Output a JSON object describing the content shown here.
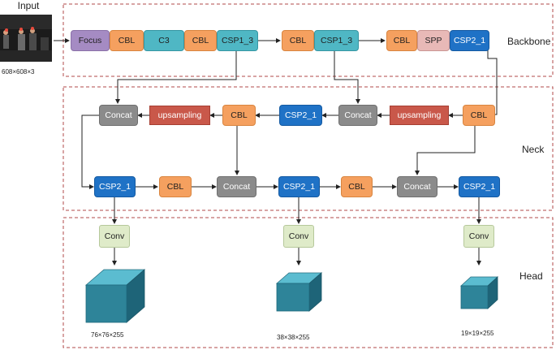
{
  "input": {
    "title": "Input",
    "size": "608×608×3"
  },
  "sections": {
    "backbone": "Backbone",
    "neck": "Neck",
    "head": "Head"
  },
  "blocks": {
    "b_focus": "Focus",
    "b_cbl1": "CBL",
    "b_c3": "C3",
    "b_cbl2": "CBL",
    "b_csp13a": "CSP1_3",
    "b_cbl3": "CBL",
    "b_csp13b": "CSP1_3",
    "b_cbl4": "CBL",
    "b_spp": "SPP",
    "b_csp21": "CSP2_1",
    "n_concat1": "Concat",
    "n_up1": "upsampling",
    "n_cbl1": "CBL",
    "n_csp21a": "CSP2_1",
    "n_concat2": "Concat",
    "n_up2": "upsampling",
    "n_cbl2": "CBL",
    "n_csp21b": "CSP2_1",
    "n_cbl3": "CBL",
    "n_concat3": "Concat",
    "n_csp21c": "CSP2_1",
    "n_cbl4": "CBL",
    "n_concat4": "Concat",
    "n_csp21d": "CSP2_1",
    "h_conv1": "Conv",
    "h_conv2": "Conv",
    "h_conv3": "Conv"
  },
  "outputs": [
    "76×76×255",
    "38×38×255",
    "19×19×255"
  ],
  "colors": {
    "cbl": "#f5a05f",
    "focus": "#a58bc3",
    "csp1": "#4fb7c4",
    "csp2": "#1f72c6",
    "spp": "#e8b9b7",
    "concat": "#8b8b8b",
    "upsampling": "#c9584a",
    "conv": "#dfebc9",
    "cube_front": "#2e8499",
    "cube_top": "#5bbcd0",
    "cube_side": "#1e6478",
    "section_border": "#b04a4a"
  }
}
